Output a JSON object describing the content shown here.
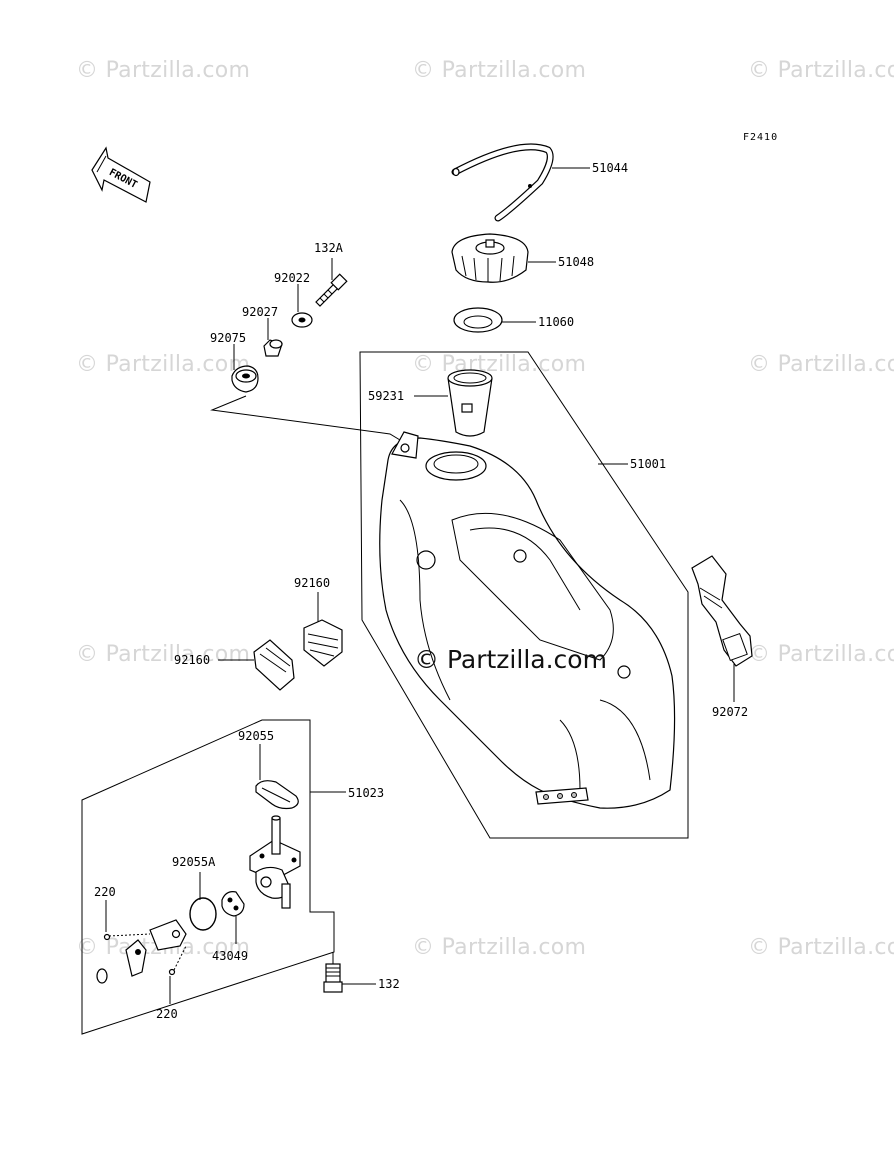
{
  "figure_code": "F2410",
  "direction_arrow": "FRONT",
  "watermark_text": "© Partzilla.com",
  "center_watermark": "© Partzilla.com",
  "part_labels": {
    "p51044": "51044",
    "p51048": "51048",
    "p11060": "11060",
    "p59231": "59231",
    "p51001": "51001",
    "p132A": "132A",
    "p92022": "92022",
    "p92027": "92027",
    "p92075": "92075",
    "p92160a": "92160",
    "p92160b": "92160",
    "p92072": "92072",
    "p92055": "92055",
    "p51023": "51023",
    "p92055A": "92055A",
    "p220a": "220",
    "p220b": "220",
    "p43049": "43049",
    "p132": "132"
  }
}
